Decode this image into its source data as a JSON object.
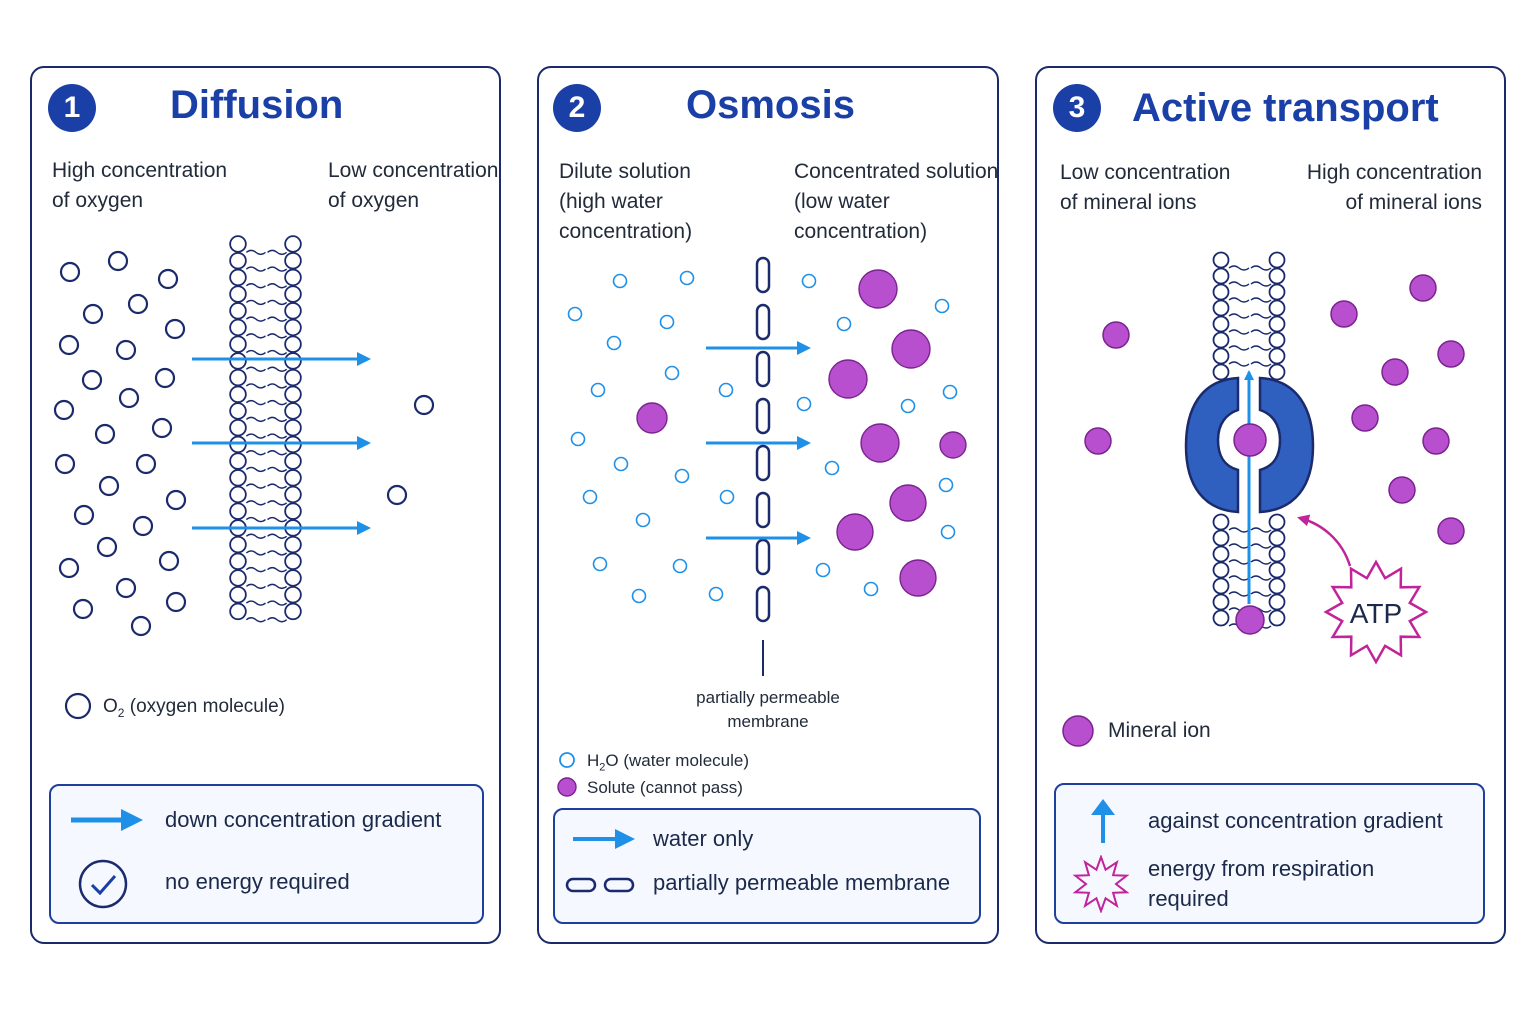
{
  "panels": [
    {
      "number": "1",
      "title": "Diffusion",
      "left_label": [
        "High concentration",
        "of oxygen"
      ],
      "right_label": [
        "Low concentration",
        "of oxygen"
      ],
      "legend_symbol": "O",
      "legend_sub": "2",
      "legend_text": "(oxygen molecule)",
      "box": {
        "row1": "down concentration gradient",
        "row2": "no energy required"
      }
    },
    {
      "number": "2",
      "title": "Osmosis",
      "left_label": [
        "Dilute solution",
        "(high water",
        "concentration)"
      ],
      "right_label": [
        "Concentrated solution",
        "(low water",
        "concentration)"
      ],
      "membrane_label": [
        "partially permeable",
        "membrane"
      ],
      "legend_water_pre": "H",
      "legend_water_sub": "2",
      "legend_water_post": "O (water molecule)",
      "legend_solute": "Solute (cannot pass)",
      "box": {
        "row1": "water only",
        "row2": "partially permeable membrane"
      }
    },
    {
      "number": "3",
      "title": "Active transport",
      "left_label": [
        "Low concentration",
        "of mineral ions"
      ],
      "right_label": [
        "High concentration",
        "of mineral ions"
      ],
      "atp": "ATP",
      "legend_text": "Mineral ion",
      "box": {
        "row1": "against concentration gradient",
        "row2": [
          "energy from respiration",
          "required"
        ]
      }
    }
  ],
  "colors": {
    "navy": "#1a2a6c",
    "title_blue": "#1a3fa6",
    "arrow_blue": "#1e90e8",
    "solute_purple": "#b84fce",
    "atp_magenta": "#c0239a",
    "carrier_blue": "#2f5fbf"
  },
  "icons": [
    "check-circle-icon",
    "right-arrow-icon",
    "up-arrow-icon",
    "starburst-icon",
    "membrane-gap-icon"
  ]
}
